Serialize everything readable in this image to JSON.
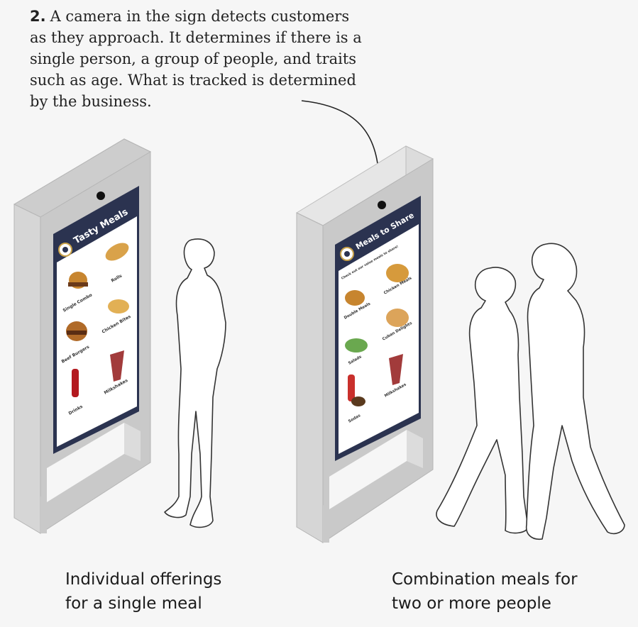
{
  "annotation": {
    "step_number": "2.",
    "text": "A camera in the sign detects customers as they approach. It determines if there is a single person, a group of people, and traits such as age. What is tracked is determined by the business.",
    "lines": [
      "A camera in the sign detects customers",
      "as they approach. It determines if there is a",
      "single person, a group of people, and traits",
      "such as age. What is tracked is determined",
      "by the business."
    ]
  },
  "left_sign": {
    "screen_title": "Tasty Meals",
    "items": [
      "Single Combo",
      "Rolls",
      "Beef Burgers",
      "Chicken Bites",
      "Drinks",
      "Milkshakes"
    ],
    "caption_lines": [
      "Individual offerings",
      "for a single meal"
    ]
  },
  "right_sign": {
    "screen_title": "Meals to Share",
    "subtitle": "Check out our value meals to share!",
    "items": [
      "Double Meals",
      "Chicken Meals",
      "Salads",
      "Cuban Delights",
      "Sodas",
      "Milkshakes"
    ],
    "caption_lines": [
      "Combination meals for",
      "two or more people"
    ]
  },
  "colors": {
    "sign_front": "#c9c9c9",
    "sign_side": "#dcdcdc",
    "sign_top": "#e6e6e6",
    "screen_frame": "#2b3350",
    "screen_body": "#ffffff",
    "outline": "#333333"
  }
}
